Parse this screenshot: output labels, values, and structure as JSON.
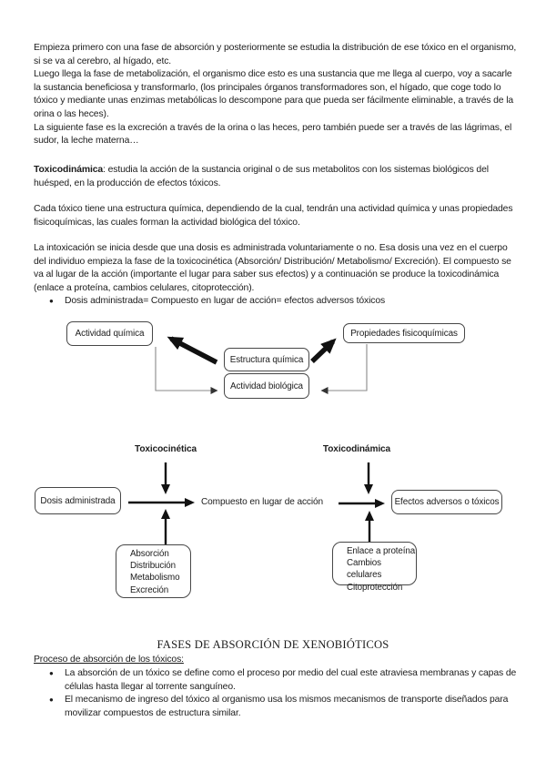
{
  "page": {
    "bg": "#ffffff",
    "text_color": "#1c1c1c",
    "bullet_glyph": "●"
  },
  "intro": {
    "p1": "Empieza primero con una fase de absorción y posteriormente se estudia la distribución de ese tóxico en el organismo, si se va al cerebro, al hígado, etc.",
    "p2": "Luego llega la fase de metabolización, el organismo dice esto es una sustancia que me llega al cuerpo, voy a sacarle la sustancia beneficiosa y transformarlo, (los principales órganos transformadores son, el hígado, que coge todo lo tóxico y mediante unas enzimas metabólicas lo descompone para que pueda ser fácilmente eliminable, a través de la orina o las heces).",
    "p3": "La siguiente fase es la excreción a través de la orina o las heces, pero también puede ser a través de las lágrimas, el sudor, la leche materna…"
  },
  "toxicodinamica": {
    "term": "Toxicodinámica",
    "rest": ": estudia la acción de la sustancia original o de sus metabolitos con los sistemas biológicos del huésped, en la producción de efectos tóxicos."
  },
  "p_estructura": "Cada tóxico tiene una estructura química, dependiendo de la cual, tendrán una actividad química y unas propiedades fisicoquímicas, las cuales forman la actividad biológica del tóxico.",
  "p_intoxicacion": "La intoxicación se inicia desde que una dosis es administrada voluntariamente o no. Esa dosis una vez en el cuerpo del individuo empieza la fase de la toxicocinética (Absorción/ Distribución/ Metabolismo/ Excreción). El compuesto se va al lugar de la acción (importante el lugar para saber sus efectos) y a continuación se produce la toxicodinámica (enlace a proteína, cambios celulares, citoprotección).",
  "dose_bullet": "Dosis administrada= Compuesto en lugar de acción= efectos adversos tóxicos",
  "diagram1": {
    "actividad_quimica": "Actividad química",
    "propiedades_fisicoquimicas": "Propiedades fisicoquímicas",
    "estructura_quimica": "Estructura química",
    "actividad_biologica": "Actividad biológica"
  },
  "diagram2": {
    "left_label": "Toxicocinética",
    "right_label": "Toxicodinámica",
    "dosis_box": "Dosis administrada",
    "center_text": "Compuesto en lugar de acción",
    "efectos_box": "Efectos adversos o tóxicos",
    "adme_lines": [
      "Absorción",
      "Distribución",
      "Metabolismo",
      "Excreción"
    ],
    "toxicodinamica_lines": [
      "Enlace a proteína",
      "Cambios celulares",
      "Citoprotección"
    ]
  },
  "section": {
    "title": "FASES DE ABSORCIÓN DE XENOBIÓTICOS",
    "subtitle": "Proceso de absorción de los tóxicos:",
    "bullets": [
      "La absorción de un tóxico se define como el proceso por medio del cual este atraviesa membranas y capas de células hasta llegar al torrente sanguíneo.",
      "El mecanismo de ingreso del tóxico al organismo usa los mismos mecanismos de transporte diseñados para movilizar compuestos de estructura similar."
    ]
  }
}
